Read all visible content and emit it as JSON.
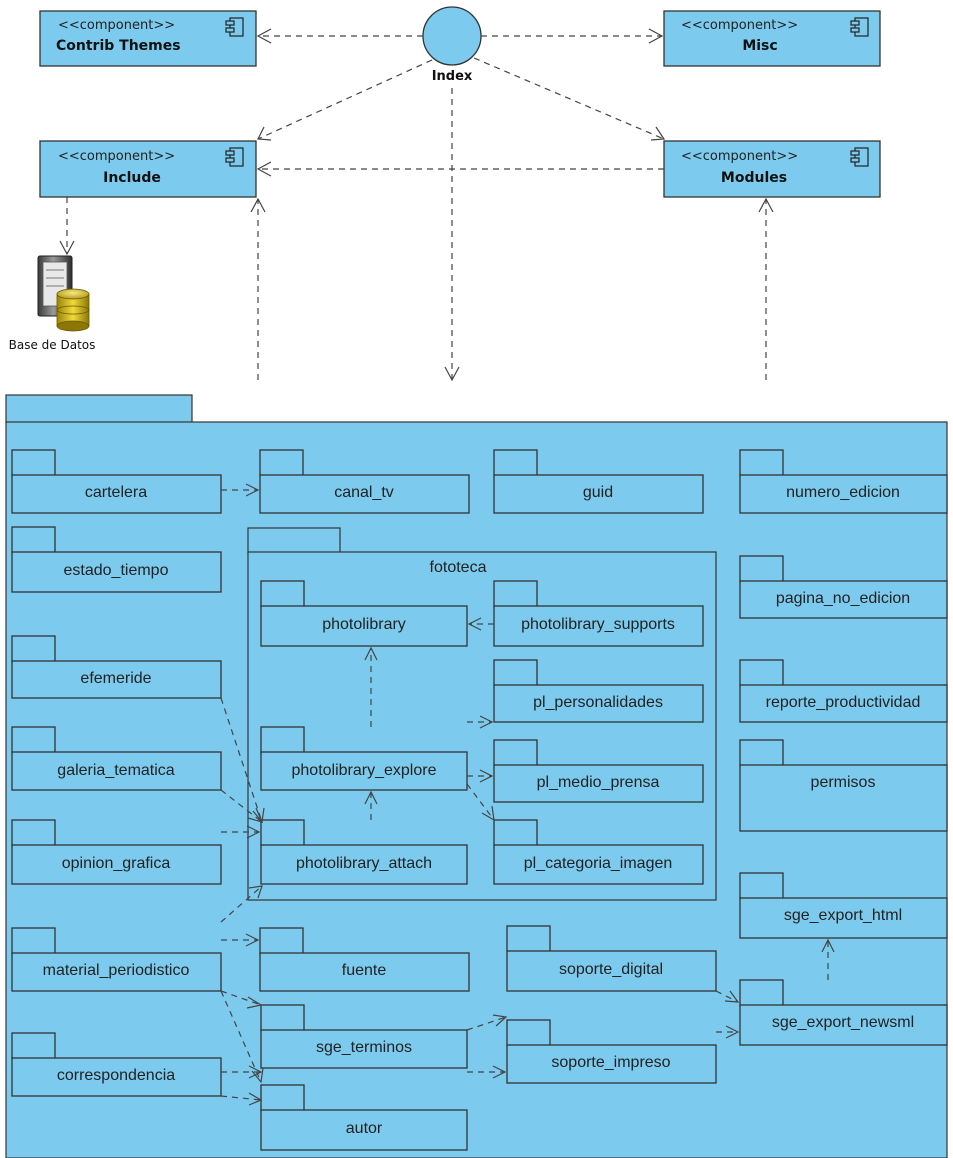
{
  "components": {
    "stereotype": "<<component>>",
    "contrib_themes": "Contrib Themes",
    "misc": "Misc",
    "include": "Include",
    "modules": "Modules"
  },
  "interface": {
    "index": "Index"
  },
  "database": {
    "label": "Base de Datos"
  },
  "packages": {
    "cartelera": "cartelera",
    "canal_tv": "canal_tv",
    "guid": "guid",
    "numero_edicion": "numero_edicion",
    "estado_tiempo": "estado_tiempo",
    "fototeca": "fototeca",
    "photolibrary": "photolibrary",
    "photolibrary_supports": "photolibrary_supports",
    "pagina_no_edicion": "pagina_no_edicion",
    "efemeride": "efemeride",
    "pl_personalidades": "pl_personalidades",
    "reporte_productividad": "reporte_productividad",
    "galeria_tematica": "galeria_tematica",
    "photolibrary_explore": "photolibrary_explore",
    "pl_medio_prensa": "pl_medio_prensa",
    "permisos": "permisos",
    "opinion_grafica": "opinion_grafica",
    "photolibrary_attach": "photolibrary_attach",
    "pl_categoria_imagen": "pl_categoria_imagen",
    "sge_export_html": "sge_export_html",
    "material_periodistico": "material_periodistico",
    "fuente": "fuente",
    "soporte_digital": "soporte_digital",
    "sge_export_newsml": "sge_export_newsml",
    "sge_terminos": "sge_terminos",
    "correspondencia": "correspondencia",
    "soporte_impreso": "soporte_impreso",
    "autor": "autor"
  },
  "colors": {
    "fill": "#7ccbee",
    "line": "#333333"
  }
}
